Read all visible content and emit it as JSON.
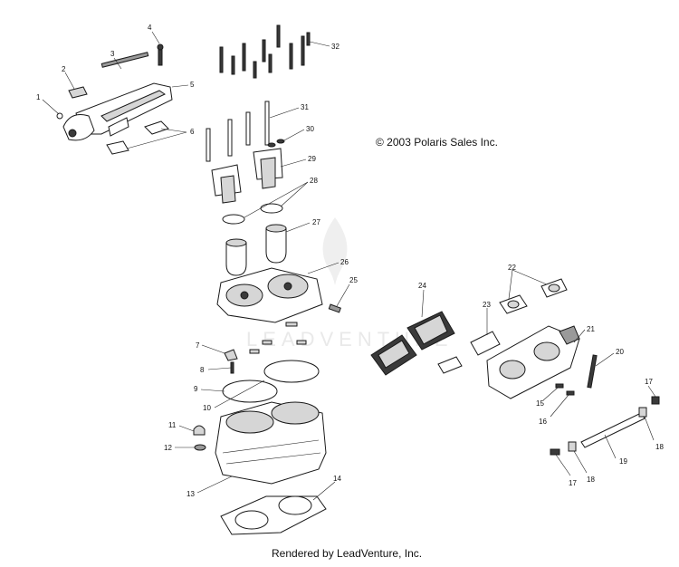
{
  "copyright": "© 2003 Polaris Sales Inc.",
  "footer": "Rendered by LeadVenture, Inc.",
  "watermark": "LEADVENTURE",
  "callouts": [
    "1",
    "2",
    "3",
    "4",
    "5",
    "6",
    "7",
    "8",
    "9",
    "10",
    "11",
    "12",
    "13",
    "14",
    "15",
    "16",
    "17",
    "17",
    "18",
    "18",
    "19",
    "20",
    "21",
    "22",
    "23",
    "24",
    "25",
    "26",
    "27",
    "28",
    "29",
    "30",
    "31",
    "32"
  ]
}
